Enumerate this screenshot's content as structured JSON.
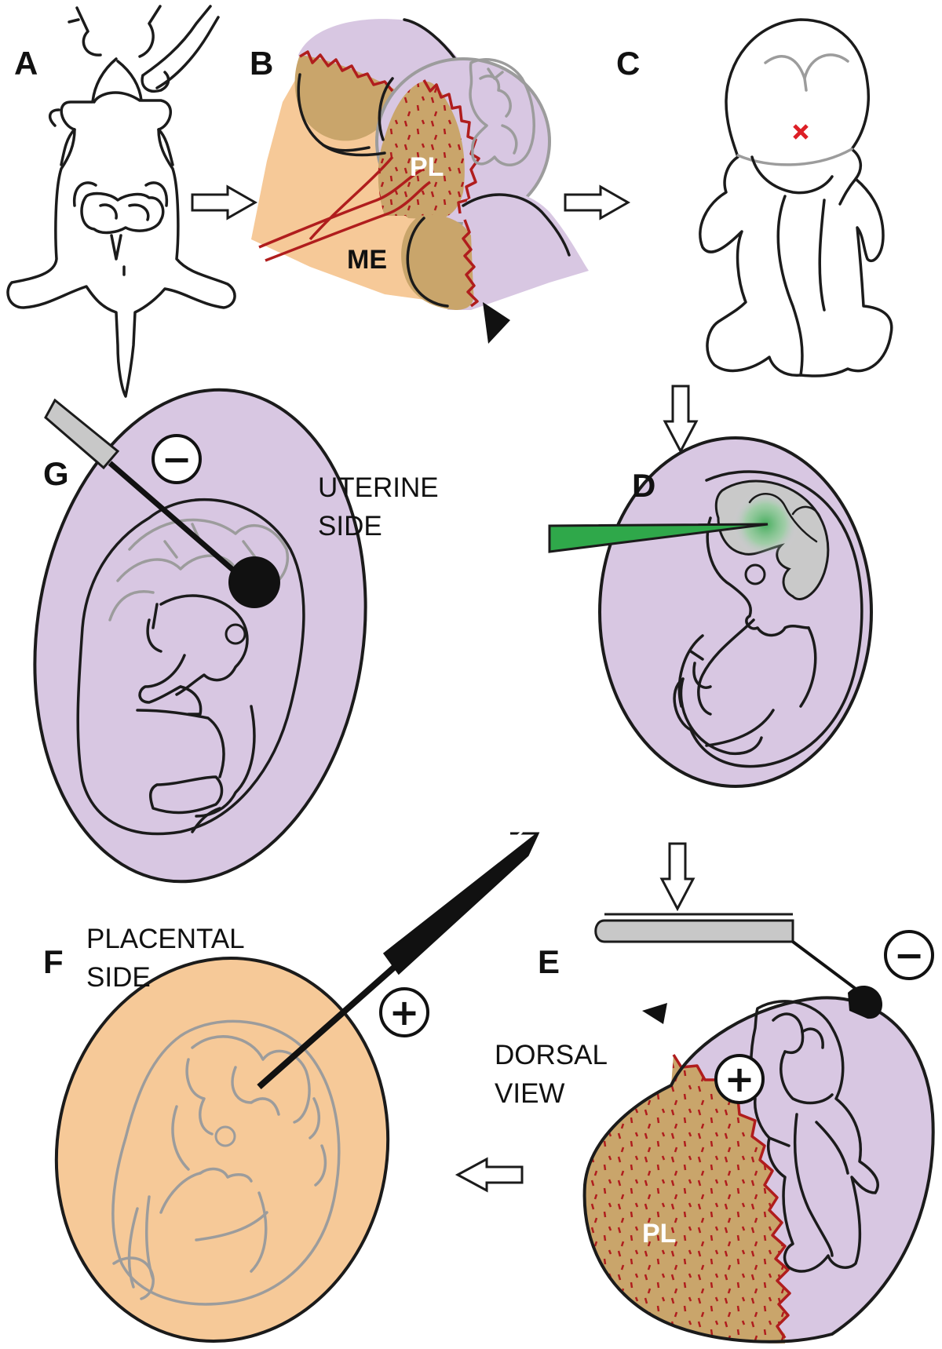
{
  "panels": {
    "a": "A",
    "b": "B",
    "c": "C",
    "d": "D",
    "e": "E",
    "f": "F",
    "g": "G"
  },
  "labels": {
    "b_placenta": "PL",
    "b_membrane": "ME",
    "e_placenta": "PL",
    "uterine_side_line1": "UTERINE",
    "uterine_side_line2": "SIDE",
    "placental_side_line1": "PLACENTAL",
    "placental_side_line2": "SIDE",
    "dorsal_view_line1": "DORSAL",
    "dorsal_view_line2": "VIEW"
  },
  "electrodes": {
    "negative": "−",
    "positive": "+"
  },
  "colors": {
    "yolk_sac": "#d8c7e2",
    "decidua": "#f6c998",
    "placenta": "#c9a56b",
    "vessel_red": "#b01d1d",
    "injection_green": "#2fa84a",
    "injection_site": "#dd1f26",
    "electrode_grey": "#c8c8c8"
  },
  "icons": {
    "arrow": "hollow-right-arrow",
    "injection_mark": "x-mark"
  }
}
